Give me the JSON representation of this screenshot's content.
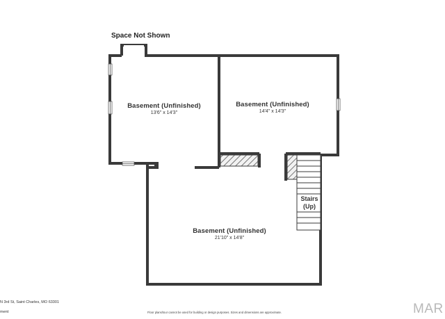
{
  "header": {
    "space_not_shown": "Space Not Shown"
  },
  "rooms": [
    {
      "name": "Basement (Unfinished)",
      "dims": "13'6\" x 14'3\""
    },
    {
      "name": "Basement (Unfinished)",
      "dims": "14'4\" x 14'3\""
    },
    {
      "name": "Basement (Unfinished)",
      "dims": "21'10\" x 14'8\""
    }
  ],
  "stairs": {
    "line1": "Stairs",
    "line2": "(Up)"
  },
  "footer": {
    "address": "N 3rd St, Saint Charles, MO 63301",
    "address_line2": "ment",
    "disclaimer": "Floor plans/tour cannot be used for building or design purposes. Sizes and dimensions are approximate.",
    "brand": "MAR"
  },
  "colors": {
    "wall": "#3a3a3a",
    "background": "#ffffff",
    "hatch": "#555555"
  }
}
